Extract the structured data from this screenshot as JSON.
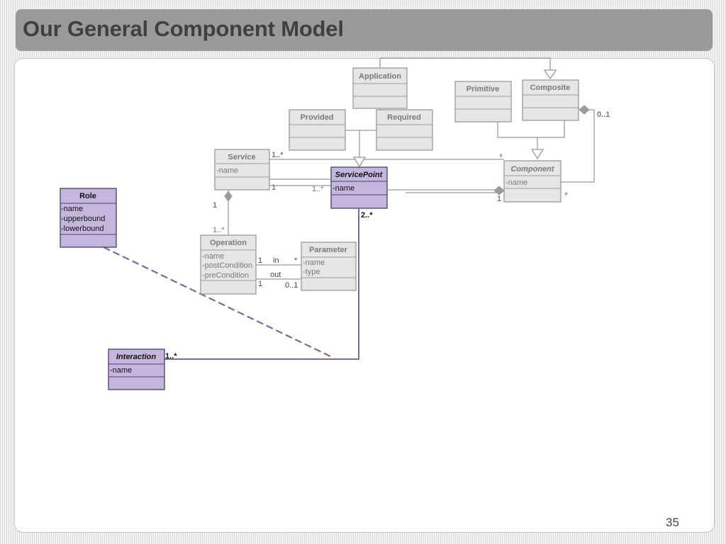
{
  "slide": {
    "title": "Our General Component Model",
    "page_number": "35"
  },
  "classes": {
    "application": {
      "name": "Application"
    },
    "provided": {
      "name": "Provided"
    },
    "required": {
      "name": "Required"
    },
    "primitive": {
      "name": "Primitive"
    },
    "composite": {
      "name": "Composite"
    },
    "service": {
      "name": "Service",
      "attributes": [
        "-name"
      ]
    },
    "servicepoint": {
      "name": "ServicePoint",
      "attributes": [
        "-name"
      ]
    },
    "component": {
      "name": "Component",
      "attributes": [
        "-name"
      ]
    },
    "role": {
      "name": "Role",
      "attributes": [
        "-name",
        "-upperbound",
        "-lowerbound"
      ]
    },
    "operation": {
      "name": "Operation",
      "attributes": [
        "-name",
        "-postCondition",
        "-preCondition"
      ]
    },
    "parameter": {
      "name": "Parameter",
      "attributes": [
        "-name",
        "-type"
      ]
    },
    "interaction": {
      "name": "Interaction",
      "attributes": [
        "-name"
      ]
    }
  },
  "multiplicities": {
    "service_sp_top": "1..*",
    "service_sp_bottom": "1",
    "sp_service_end": "1..*",
    "component_top_star": "*",
    "component_left_one": "1",
    "component_right_star": "*",
    "composite_zero_one": "0..1",
    "service_operation_one": "1",
    "operation_many": "1..*",
    "op_in_one": "1",
    "in_label": "in",
    "in_star": "*",
    "op_out_one": "1",
    "out_label": "out",
    "out_zero_one": "0..1",
    "sp_two_many": "2..*",
    "interaction_many": "1..*"
  },
  "colors": {
    "grey_fill": "#e6e6e6",
    "grey_border": "#9a9a9a",
    "grey_text": "#7a7a7a",
    "purple_fill": "#c4b6dc",
    "purple_border": "#4b3d6e",
    "purple_line": "#7d6a9b"
  }
}
